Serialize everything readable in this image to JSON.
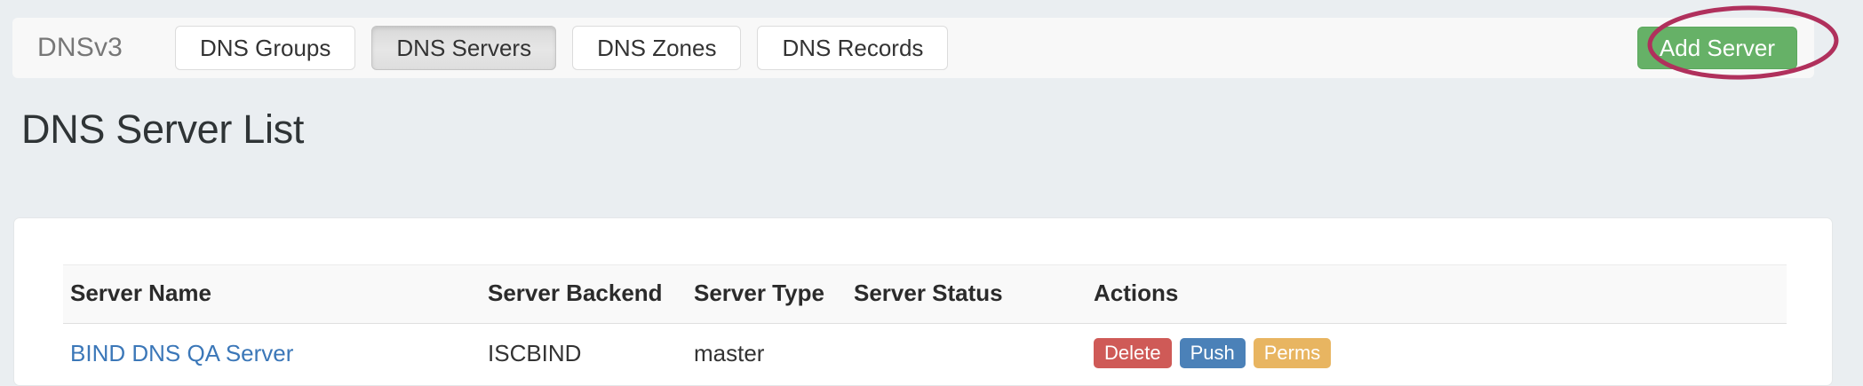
{
  "navbar": {
    "brand": "DNSv3",
    "tabs": [
      {
        "label": "DNS Groups",
        "active": false
      },
      {
        "label": "DNS Servers",
        "active": true
      },
      {
        "label": "DNS Zones",
        "active": false
      },
      {
        "label": "DNS Records",
        "active": false
      }
    ],
    "primary_action": {
      "label": "Add Server",
      "color": "#66b167"
    }
  },
  "annotation": {
    "shape": "ellipse",
    "color": "#b0305c",
    "target": "Add Server"
  },
  "page": {
    "title": "DNS Server List"
  },
  "table": {
    "columns": [
      "Server Name",
      "Server Backend",
      "Server Type",
      "Server Status",
      "Actions"
    ],
    "rows": [
      {
        "server_name": "BIND DNS QA Server",
        "server_backend": "ISCBIND",
        "server_type": "master",
        "server_status": "",
        "actions": [
          {
            "label": "Delete",
            "color": "#cf5a57"
          },
          {
            "label": "Push",
            "color": "#4b81b8"
          },
          {
            "label": "Perms",
            "color": "#e8b561"
          }
        ]
      }
    ]
  }
}
